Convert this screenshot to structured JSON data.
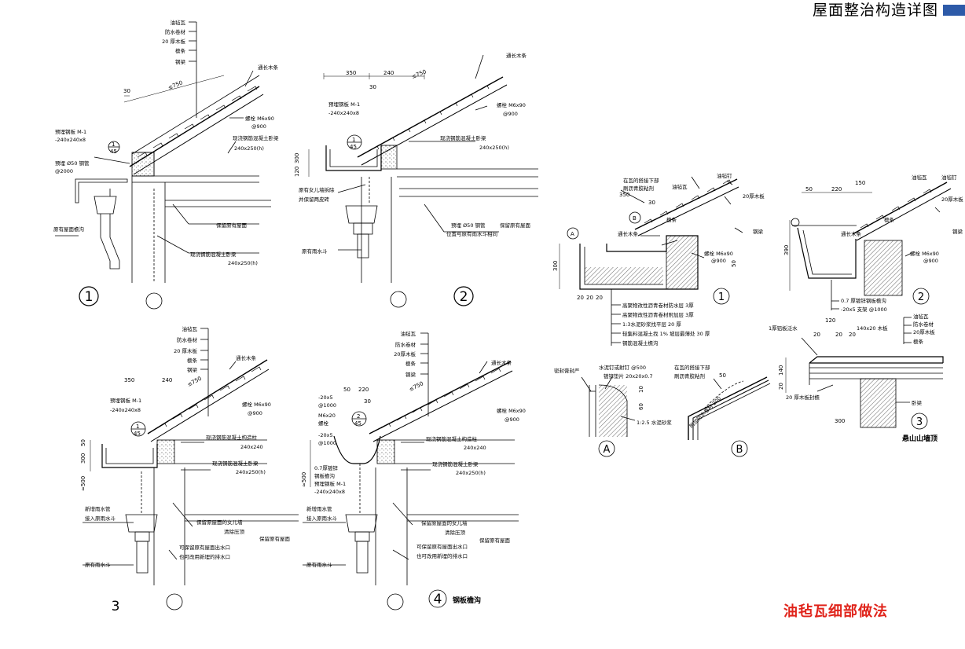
{
  "header": {
    "title": "屋面整治构造详图",
    "accent_color": "#2d5aa8"
  },
  "footer": {
    "caption": "油毡瓦细部做法",
    "caption_color": "#e0241b"
  },
  "details": {
    "d1": {
      "number": "1",
      "layers": [
        "油毡瓦",
        "防水卷材",
        "20 厚木板",
        "檩条",
        "钢梁"
      ],
      "labels": {
        "batten": "通长木条",
        "bolt": "螺栓 M6x90",
        "bolt_spacing": "@900",
        "embed_plate": "预埋钢板 M-1",
        "embed_plate_size": "-240x240x8",
        "pipe": "预埋 Ø50 钢管",
        "pipe_spacing": "@2000",
        "beam": "现浇钢筋混凝土卧梁",
        "beam_size": "240x250(h)",
        "beam2": "现浇钢筋混凝土卧梁",
        "beam2_size": "240x250(h)",
        "eave": "原有屋面檐沟",
        "keep_roof": "保留原有屋面"
      },
      "dims": [
        "30",
        "≤750"
      ],
      "callout": {
        "top": "1",
        "bottom": "45"
      }
    },
    "d2": {
      "number": "2",
      "labels": {
        "batten": "通长木条",
        "bolt": "螺栓 M6x90",
        "bolt_spacing": "@900",
        "embed_plate": "预埋钢板 M-1",
        "embed_plate_size": "-240x240x8",
        "beam": "现浇钢筋混凝土卧梁",
        "beam_size": "240x250(h)",
        "parapet": "原有女儿墙拆除",
        "parapet2": "并保留两皮砖",
        "pipe": "预埋 Ø50 钢管",
        "pipe_pos": "位置与原有雨水斗相同",
        "keep_roof": "保留原有屋面",
        "drain": "原有雨水斗"
      },
      "dims": [
        "350",
        "240",
        "≤750",
        "30",
        "300",
        "120"
      ],
      "callout": {
        "top": "1",
        "bottom": "45"
      }
    },
    "d3": {
      "number": "3",
      "layers": [
        "油毡瓦",
        "防水卷材",
        "20 厚木板",
        "檩条",
        "钢梁"
      ],
      "labels": {
        "batten": "通长木条",
        "bolt": "螺栓 M6x90",
        "bolt_spacing": "@900",
        "embed_plate": "预埋钢板 M-1",
        "embed_plate_size": "-240x240x8",
        "column": "现浇钢筋混凝土构造柱",
        "column_size": "240x240",
        "beam": "现浇钢筋混凝土卧梁",
        "beam_size": "240x250(h)",
        "new_pipe": "新增雨水管",
        "new_pipe2": "接入原雨水斗",
        "parapet": "保留原屋面的女儿墙",
        "parapet2": "清除压顶",
        "outlet": "可保留原有屋面出水口",
        "outlet2": "也可改用新埋的排水口",
        "keep_roof": "保留原有屋面",
        "drain": "原有雨水斗"
      },
      "dims": [
        "350",
        "240",
        "≤750",
        "300",
        "50",
        "≈500"
      ],
      "callout": {
        "top": "1",
        "bottom": "45"
      }
    },
    "d4": {
      "number": "4",
      "title": "钢板檐沟",
      "layers": [
        "油毡瓦",
        "防水卷材",
        "20厚木板",
        "檩条",
        "钢梁"
      ],
      "labels": {
        "batten": "通长木条",
        "bolt": "螺栓 M6x90",
        "bolt_spacing": "@900",
        "bracket": "-20x5",
        "bracket_spacing": "@1000",
        "bolt2": "M6x20",
        "bolt2_b": "螺栓",
        "bracket2": "-20x5",
        "bracket2_spacing": "@1000",
        "gutter": "0.7厚镀锌",
        "gutter2": "钢板檐沟",
        "embed_plate": "预埋钢板 M-1",
        "embed_plate_size": "-240x240x8",
        "column": "现浇钢筋混凝土构造柱",
        "column_size": "240x240",
        "beam": "现浇钢筋混凝土卧梁",
        "beam_size": "240x250(h)",
        "new_pipe": "新增雨水管",
        "new_pipe2": "接入原雨水斗",
        "parapet": "保留原屋面的女儿墙",
        "parapet2": "清除压顶",
        "outlet": "可保留原有屋面出水口",
        "outlet2": "也可改用新埋的排水口",
        "keep_roof": "保留原有屋面",
        "drain": "原有雨水斗"
      },
      "dims": [
        "50",
        "220",
        "≤750",
        "30",
        "≈500"
      ],
      "callout": {
        "top": "2",
        "bottom": "45"
      }
    },
    "r1": {
      "number": "1",
      "labels": {
        "under_tile": "在瓦的搭接下部",
        "under_tile2": "刷沥青胶粘剂",
        "felt": "油毡瓦",
        "nail": "油毡钉",
        "board": "20厚木板",
        "batten": "通长木条",
        "purlin": "檩条",
        "beam": "钢梁",
        "bolt": "螺栓 M6x90",
        "bolt_spacing": "@900",
        "layer1": "高聚物改性沥青卷材防水层 3厚",
        "layer2": "高聚物改性沥青卷材附加层 3厚",
        "layer3": "1:3水泥砂浆找平层 20 厚",
        "layer4": "轻集料混凝土找 1% 坡层最薄处 30 厚",
        "layer5": "钢筋混凝土檐沟"
      },
      "dims": [
        "350",
        "30",
        "300",
        "20",
        "20",
        "20",
        "50"
      ],
      "callout_a": "A",
      "callout_b": "B"
    },
    "r2": {
      "number": "2",
      "labels": {
        "felt": "油毡瓦",
        "nail": "油毡钉",
        "board": "20厚木板",
        "batten": "通长木条",
        "purlin": "檩条",
        "beam": "钢梁",
        "bolt": "螺栓 M6x90",
        "bolt_spacing": "@900",
        "gutter": "0.7 厚镀锌钢板檐沟",
        "support": "-20x5 支架 @1000"
      },
      "dims": [
        "50",
        "220",
        "150",
        "390"
      ]
    },
    "r3": {
      "number": "3",
      "title": "悬山山墙顶",
      "labels": {
        "flashing": "1厚铝板泛水",
        "felt": "油毡瓦",
        "membrane": "防水卷材",
        "board": "20厚木板",
        "purlin": "檩条",
        "wood": "140x20 木板",
        "seal": "20 厚木板封檐",
        "beam": "卧梁"
      },
      "dims": [
        "120",
        "20",
        "20",
        "20",
        "140",
        "20",
        "300"
      ]
    },
    "ra": {
      "number": "A",
      "labels": {
        "seal": "密封膏封严",
        "nail": "水泥钉或射钉 @500",
        "washer": "镀锌垫片 20x20x0.7",
        "mortar": "1:2.5 水泥砂浆"
      },
      "dims": [
        "10",
        "60"
      ]
    },
    "rb": {
      "number": "B",
      "labels": {
        "under": "在瓦的搭接下部",
        "under2": "刷沥青胶粘剂",
        "extra": "附加防水卷材 200"
      },
      "dims": [
        "50"
      ]
    }
  }
}
